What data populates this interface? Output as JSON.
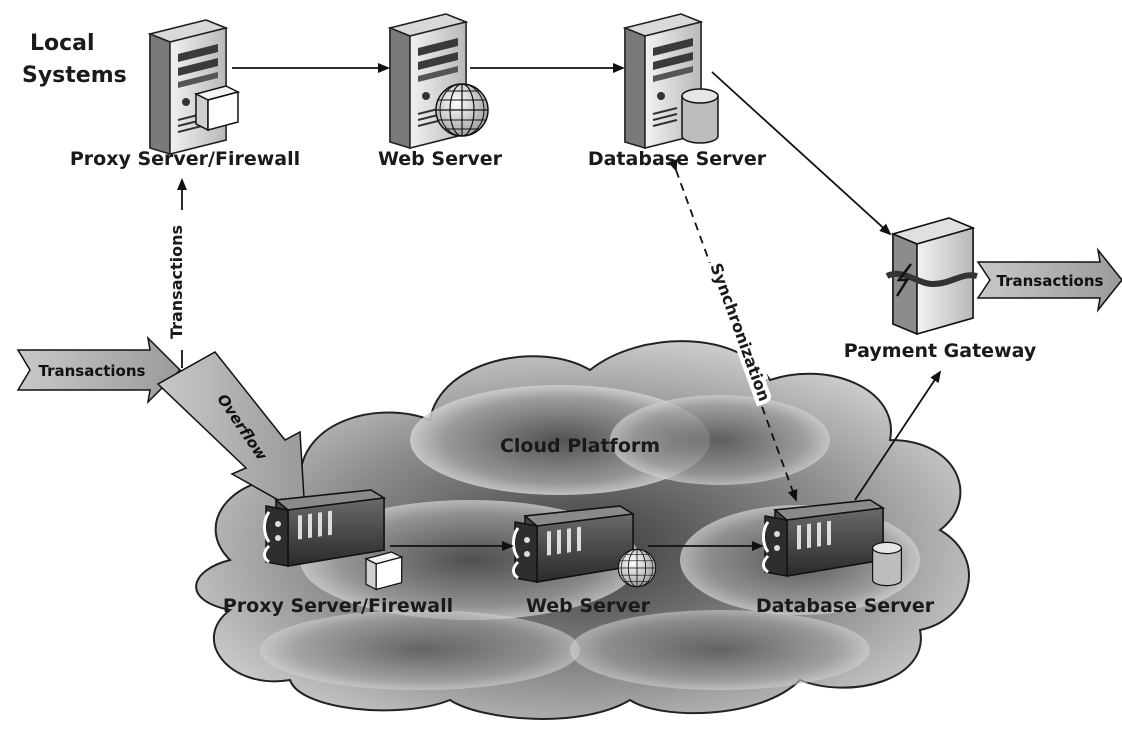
{
  "local_systems": {
    "title_line1": "Local",
    "title_line2": "Systems",
    "proxy_label": "Proxy Server/Firewall",
    "web_label": "Web Server",
    "db_label": "Database Server"
  },
  "cloud": {
    "title": "Cloud Platform",
    "proxy_label": "Proxy Server/Firewall",
    "web_label": "Web Server",
    "db_label": "Database Server"
  },
  "payment_gateway": {
    "label": "Payment Gateway",
    "out_arrow_label": "Transactions"
  },
  "flows": {
    "incoming_label": "Transactions",
    "up_label": "Transactions",
    "overflow_label": "Overflow",
    "sync_label": "Synchronization"
  }
}
